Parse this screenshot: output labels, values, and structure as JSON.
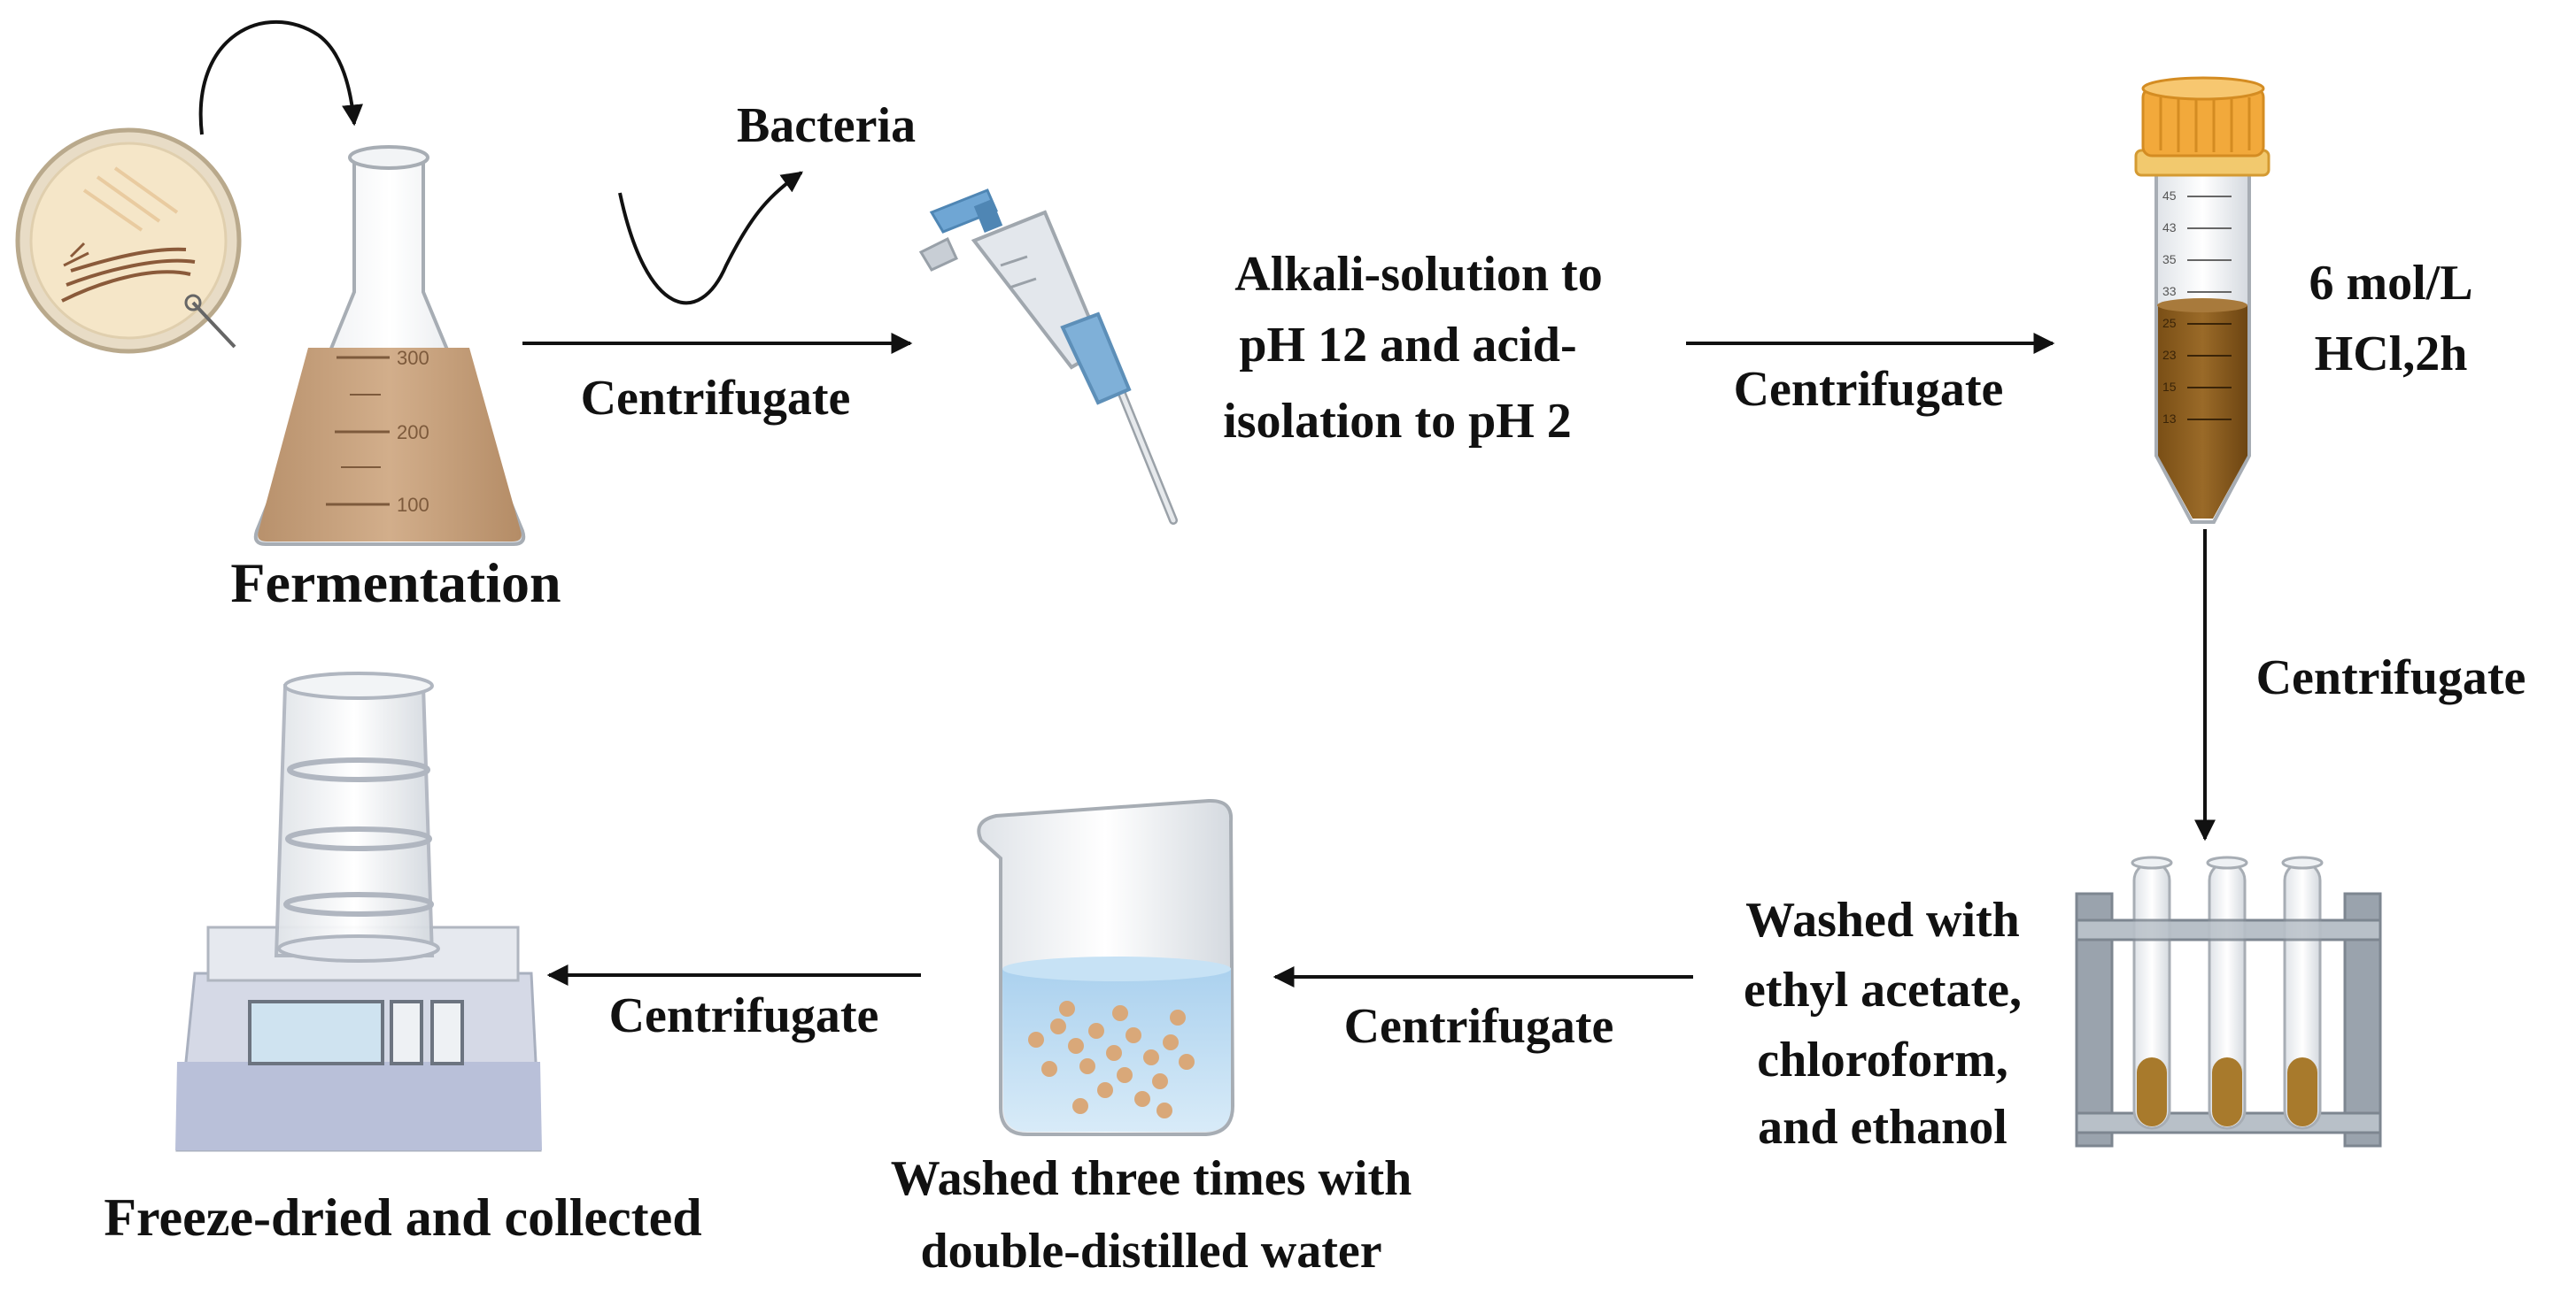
{
  "steps": {
    "fermentation": "Fermentation",
    "bacteria": "Bacteria",
    "alkali": {
      "line1": "Alkali-solution to",
      "line2": "pH 12 and acid-",
      "line3": "isolation to pH 2"
    },
    "hcl": {
      "line1": "6 mol/L",
      "line2": "HCl,2h"
    },
    "wash_solvents": {
      "line1": "Washed with",
      "line2": "ethyl acetate,",
      "line3": "chloroform,",
      "line4": "and ethanol"
    },
    "wash_water": {
      "line1": "Washed three times with",
      "line2": "double-distilled water"
    },
    "final": "Freeze-dried and collected"
  },
  "arrows": {
    "a1": "Centrifugate",
    "a2": "Centrifugate",
    "a3": "Centrifugate",
    "a4": "Centrifugate",
    "a5": "Centrifugate"
  },
  "flask_ticks": [
    "300",
    "200",
    "100"
  ],
  "tube_ticks": [
    "45",
    "43",
    "35",
    "33",
    "25",
    "23",
    "15",
    "13"
  ],
  "colors": {
    "broth": "#C9A27E",
    "sediment": "#8B5E1E",
    "tube_cap": "#F2A93B",
    "rack": "#9AA3AD",
    "water": "#BFDDF2",
    "beads": "#D9A879",
    "dryer_base": "#B9C0D9"
  }
}
